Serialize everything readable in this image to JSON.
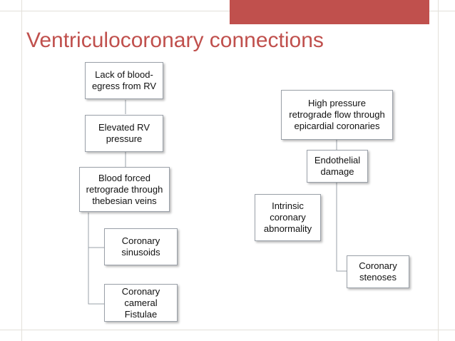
{
  "slide": {
    "title": "Ventriculocoronary connections",
    "accent_color": "#c0504d"
  },
  "diagram": {
    "left_tree": {
      "node_1": "Lack of blood-\negress from RV",
      "node_2": "Elevated RV\npressure",
      "node_3": "Blood forced\nretrograde through\nthebesian veins",
      "child_1": "Coronary\nsinusoids",
      "child_2": "Coronary\ncameral Fistulae"
    },
    "right_tree": {
      "node_1": "High pressure\nretrograde flow through\nepicardial coronaries",
      "node_2": "Endothelial\ndamage",
      "side_node": "Intrinsic\ncoronary\nabnormality",
      "child_1": "Coronary\nstenoses"
    }
  }
}
